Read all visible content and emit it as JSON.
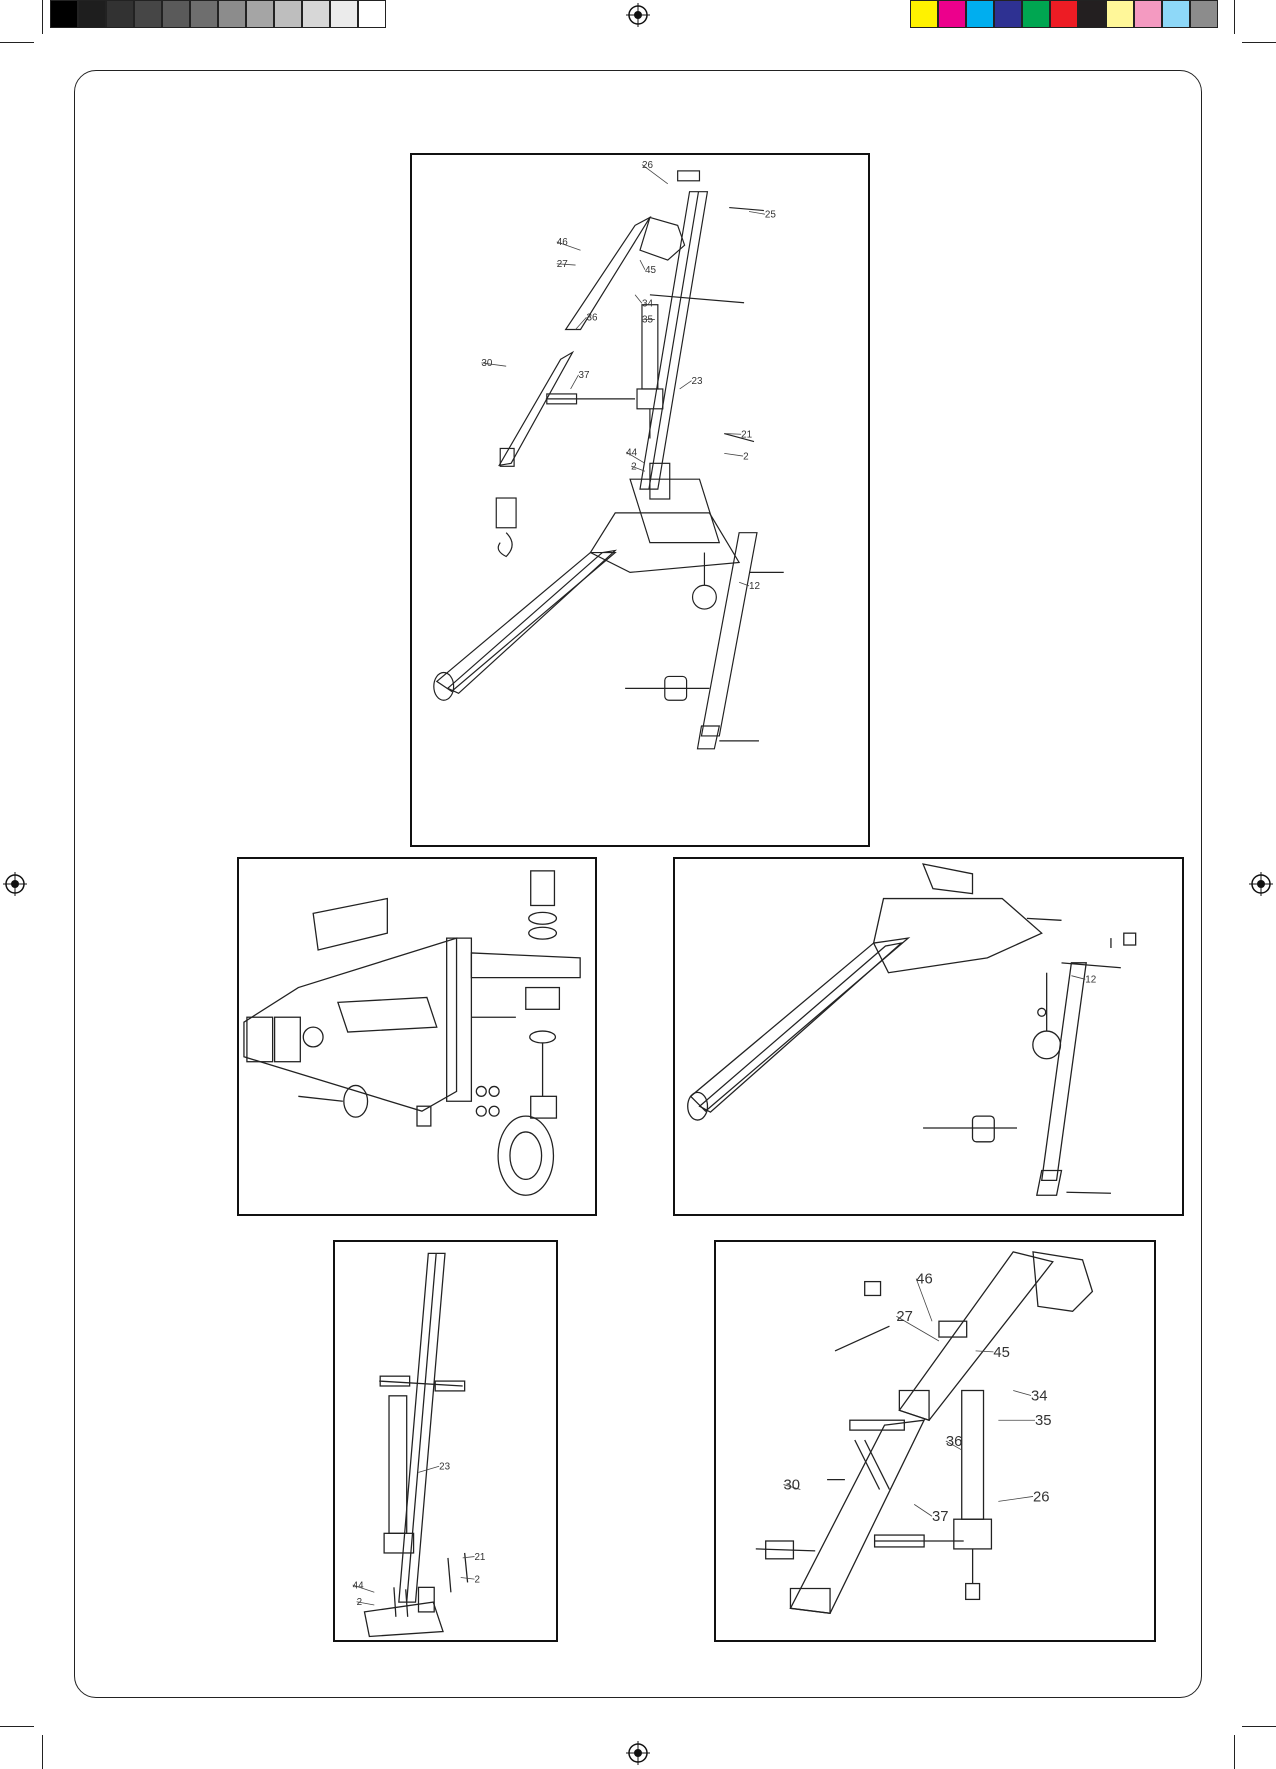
{
  "print_marks": {
    "gray_swatches": [
      "#000000",
      "#1e1e1e",
      "#323232",
      "#464646",
      "#5a5a5a",
      "#6e6e6e",
      "#8c8c8c",
      "#a5a5a5",
      "#bebebe",
      "#d7d7d7",
      "#ebebeb",
      "#ffffff"
    ],
    "color_swatches": [
      "#fff200",
      "#ec008c",
      "#00aeef",
      "#2e3192",
      "#00a651",
      "#ed1c24",
      "#231f20",
      "#fff799",
      "#f49ac1",
      "#8ed8f8",
      "#8c8c8c"
    ]
  },
  "diagrams": {
    "overview": {
      "labels": [
        "26",
        "25",
        "46",
        "27",
        "45",
        "34",
        "35",
        "36",
        "30",
        "37",
        "23",
        "21",
        "44",
        "2",
        "2",
        "12"
      ]
    },
    "base_detail": {
      "labels": []
    },
    "legs_detail": {
      "labels": [
        "12"
      ]
    },
    "mast_detail": {
      "labels": [
        "23",
        "21",
        "44",
        "2",
        "2"
      ]
    },
    "boom_detail": {
      "labels": [
        "46",
        "27",
        "45",
        "34",
        "35",
        "36",
        "30",
        "37",
        "26"
      ]
    }
  }
}
